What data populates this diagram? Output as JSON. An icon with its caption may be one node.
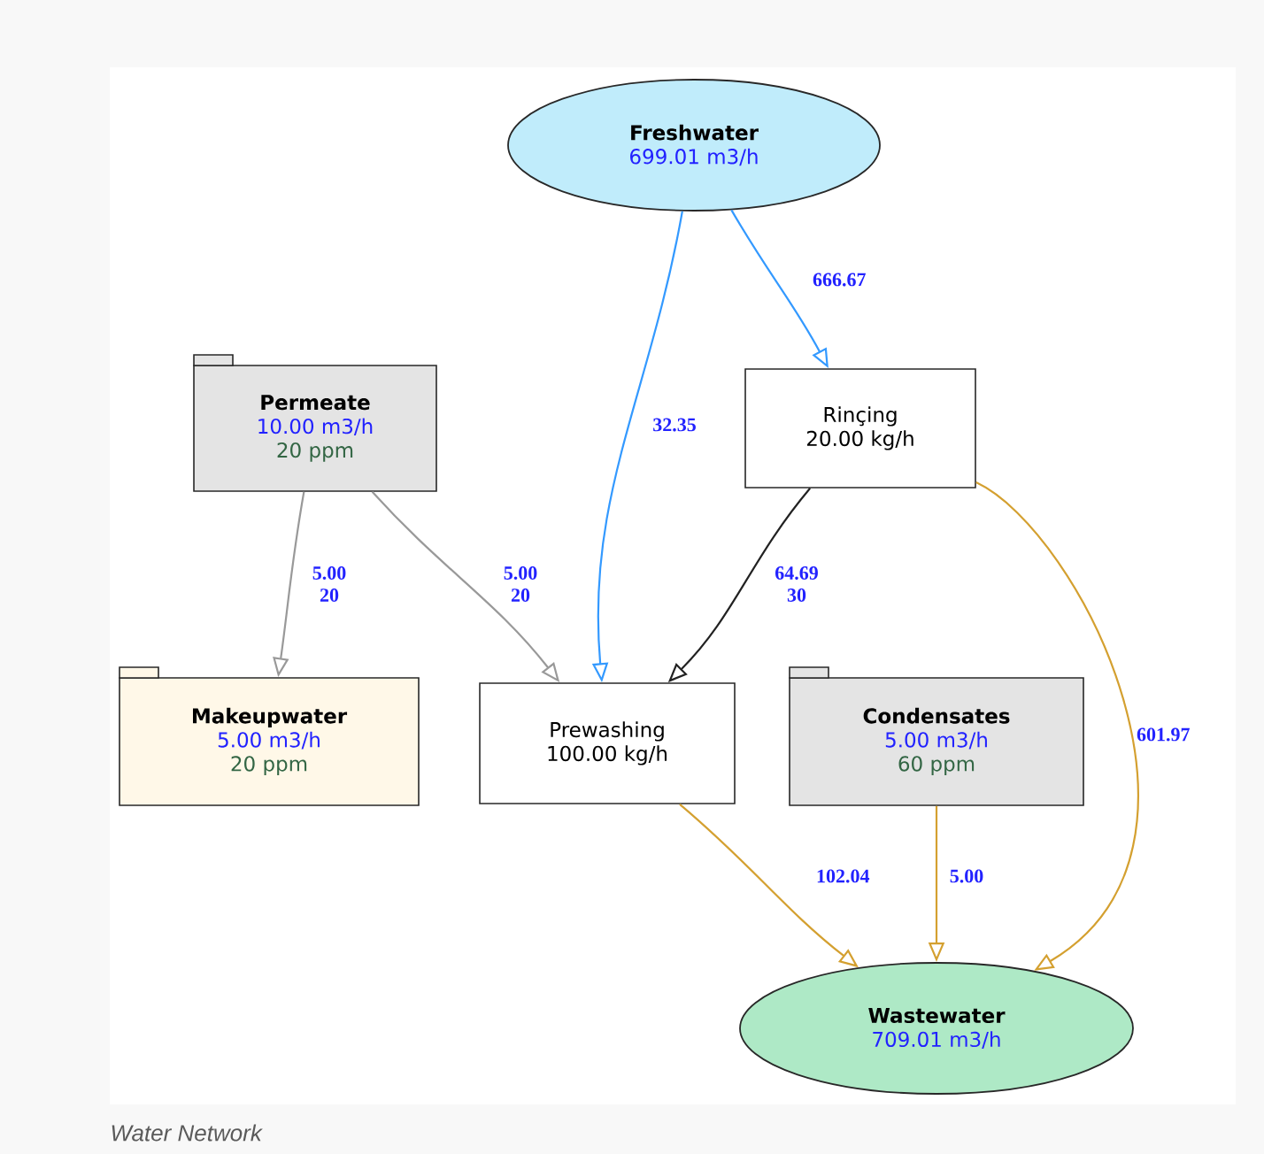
{
  "diagram": {
    "caption": "Water Network",
    "nodes": [
      {
        "text": [
          "Freshwater",
          "699.01 m3/h"
        ]
      },
      {
        "text": [
          "Permeate",
          "10.00 m3/h",
          "20 ppm"
        ]
      },
      {
        "text": [
          "Rinçing",
          "20.00 kg/h"
        ]
      },
      {
        "text": [
          "Makeupwater",
          "5.00 m3/h",
          "20 ppm"
        ]
      },
      {
        "text": [
          "Prewashing",
          "100.00 kg/h"
        ]
      },
      {
        "text": [
          "Condensates",
          "5.00 m3/h",
          "60 ppm"
        ]
      },
      {
        "text": [
          "Wastewater",
          "709.01 m3/h"
        ]
      }
    ],
    "edges": [
      {
        "from": 0,
        "to": 4,
        "arrow": "to",
        "label": "32.35",
        "color": "#3399ff"
      },
      {
        "from": 0,
        "to": 2,
        "arrow": "to",
        "label": "666.67",
        "color": "#3399ff"
      },
      {
        "from": 1,
        "to": 3,
        "arrow": "to",
        "label": "5.00 20",
        "color": "#999999"
      },
      {
        "from": 1,
        "to": 4,
        "arrow": "to",
        "label": "5.00 20",
        "color": "#999999"
      },
      {
        "from": 2,
        "to": 4,
        "arrow": "to",
        "label": "64.69 30",
        "color": "#222222"
      },
      {
        "from": 4,
        "to": 6,
        "arrow": "to",
        "label": "102.04"
      },
      {
        "from": 5,
        "to": 6,
        "arrow": "to",
        "label": "5.00"
      },
      {
        "from": 2,
        "to": 6,
        "arrow": "to",
        "label": "601.97"
      }
    ]
  }
}
